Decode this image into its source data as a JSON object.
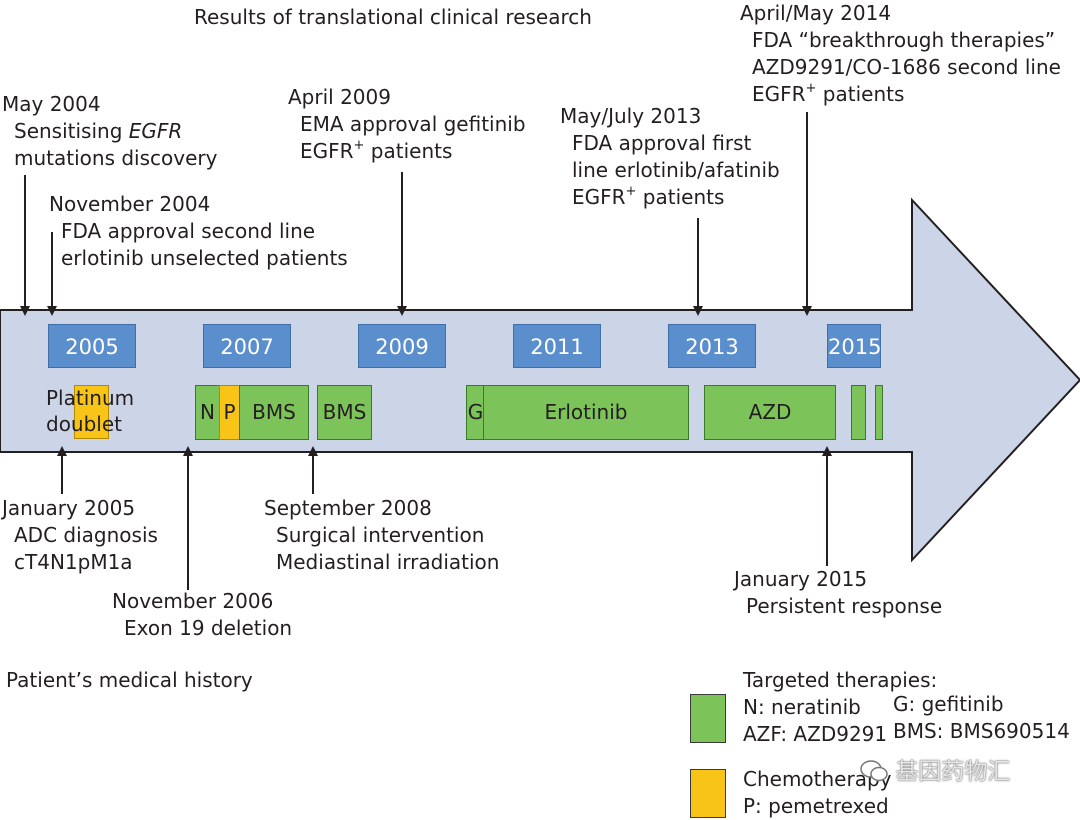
{
  "top_heading": "Results of translational clinical research",
  "bottom_heading": "Patient’s medical history",
  "top_events": [
    {
      "date": "May 2004",
      "lines": [
        "Sensitising EGFR",
        "mutations discovery"
      ]
    },
    {
      "date": "November 2004",
      "lines": [
        "FDA approval second line",
        "erlotinib unselected patients"
      ]
    },
    {
      "date": "April 2009",
      "lines": [
        "EMA approval gefitinib",
        "EGFR+ patients"
      ]
    },
    {
      "date": "May/July 2013",
      "lines": [
        "FDA approval first",
        "line erlotinib/afatinib",
        "EGFR+ patients"
      ]
    },
    {
      "date": "April/May 2014",
      "lines": [
        "FDA “breakthrough therapies”",
        "AZD9291/CO-1686 second line",
        "EGFR+ patients"
      ]
    }
  ],
  "bottom_events": [
    {
      "date": "January 2005",
      "lines": [
        "ADC diagnosis",
        "cT4N1pM1a"
      ]
    },
    {
      "date": "November 2006",
      "lines": [
        "Exon 19 deletion"
      ]
    },
    {
      "date": "September 2008",
      "lines": [
        "Surgical intervention",
        "Mediastinal irradiation"
      ]
    },
    {
      "date": "January 2015",
      "lines": [
        "Persistent response"
      ]
    }
  ],
  "years": [
    "2005",
    "2007",
    "2009",
    "2011",
    "2013",
    "2015"
  ],
  "treatments": {
    "platinum_doublet": "Platinum doublet",
    "N": "N",
    "P": "P",
    "BMS_1": "BMS",
    "BMS_2": "BMS",
    "G": "G",
    "erlotinib": "Erlotinib",
    "AZD": "AZD"
  },
  "legend": {
    "targeted_title": "Targeted therapies:",
    "targeted_left": [
      "N: neratinib",
      "AZF: AZD9291"
    ],
    "targeted_right": [
      "G: gefitinib",
      "BMS: BMS690514"
    ],
    "chemo_title": "Chemotherapy",
    "chemo_items": [
      "P: pemetrexed"
    ]
  },
  "watermark": "基因药物汇",
  "colors": {
    "arrow_fill": "#ccd5e8",
    "year_box": "#5b8ecd",
    "targeted": "#7cc35a",
    "chemotherapy": "#f7c417"
  }
}
